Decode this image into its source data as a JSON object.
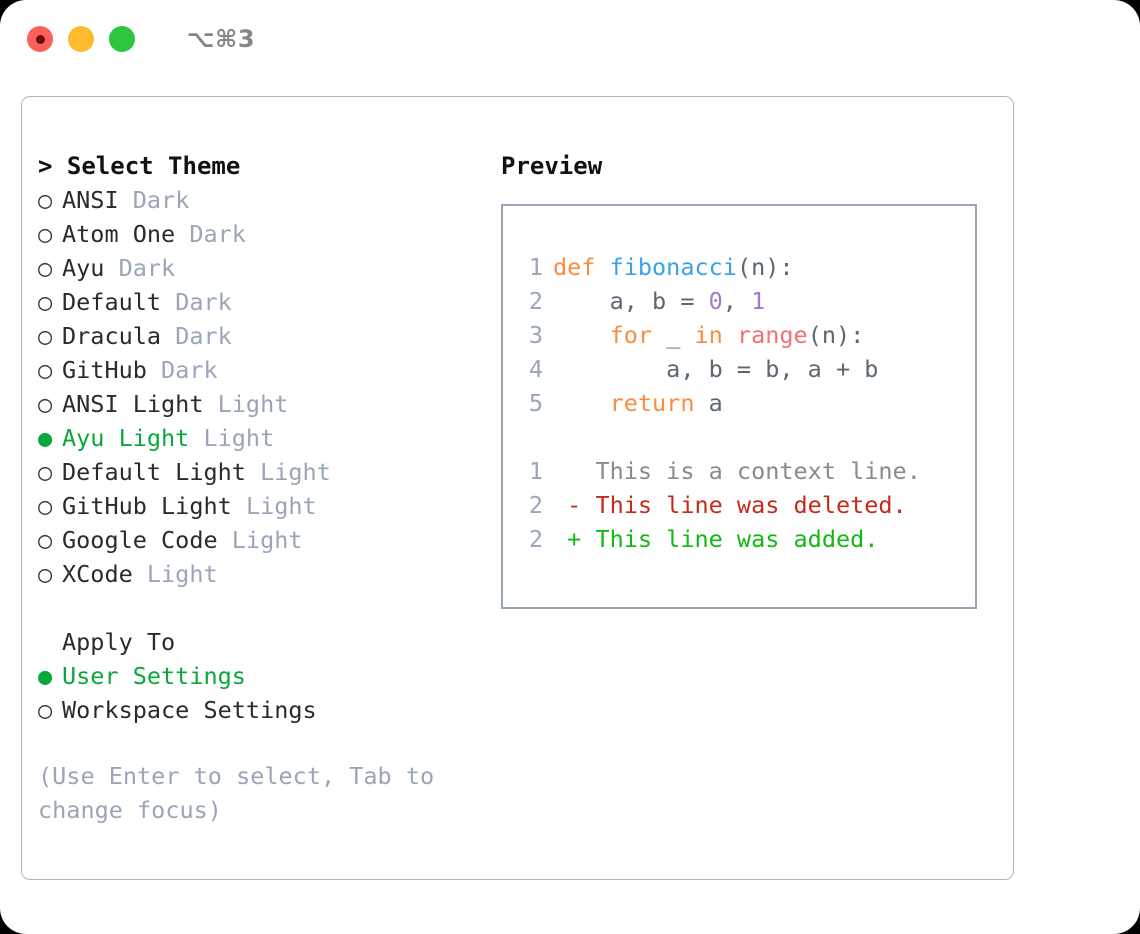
{
  "titlebar": {
    "shortcut": "⌥⌘3",
    "buttons": [
      {
        "name": "close",
        "color": "#fa6158"
      },
      {
        "name": "minimize",
        "color": "#fcbc2e"
      },
      {
        "name": "zoom",
        "color": "#2cc63f"
      }
    ]
  },
  "colors": {
    "selected_green": "#0aa83c",
    "muted_gray": "#9aa5b8",
    "border": "#aeb6c4",
    "preview_border": "#9aa5b8",
    "keyword": "#fa8d3e",
    "function": "#3aa2e8",
    "number": "#a37acc",
    "builtin": "#f07171",
    "diff_delete": "#c42b1c",
    "diff_add": "#14b814"
  },
  "theme_selector": {
    "header_prefix": "> ",
    "header": "Select Theme",
    "marker_selected": "●",
    "marker_unselected": "○",
    "items": [
      {
        "name": "ANSI",
        "tag": "Dark",
        "selected": false
      },
      {
        "name": "Atom One",
        "tag": "Dark",
        "selected": false
      },
      {
        "name": "Ayu",
        "tag": "Dark",
        "selected": false
      },
      {
        "name": "Default",
        "tag": "Dark",
        "selected": false
      },
      {
        "name": "Dracula",
        "tag": "Dark",
        "selected": false
      },
      {
        "name": "GitHub",
        "tag": "Dark",
        "selected": false
      },
      {
        "name": "ANSI Light",
        "tag": "Light",
        "selected": false
      },
      {
        "name": "Ayu Light",
        "tag": "Light",
        "selected": true
      },
      {
        "name": "Default Light",
        "tag": "Light",
        "selected": false
      },
      {
        "name": "GitHub Light",
        "tag": "Light",
        "selected": false
      },
      {
        "name": "Google Code",
        "tag": "Light",
        "selected": false
      },
      {
        "name": "XCode",
        "tag": "Light",
        "selected": false
      }
    ]
  },
  "apply_to": {
    "header": "Apply To",
    "items": [
      {
        "name": "User Settings",
        "selected": true
      },
      {
        "name": "Workspace Settings",
        "selected": false
      }
    ]
  },
  "hint": {
    "line1": "(Use Enter to select, Tab to",
    "line2": "change focus)"
  },
  "preview": {
    "title": "Preview",
    "code_lines": [
      {
        "lineno": "1",
        "tokens": [
          {
            "text": "def ",
            "type": "kw"
          },
          {
            "text": "fibonacci",
            "type": "fn"
          },
          {
            "text": "(n):",
            "type": "punc"
          }
        ]
      },
      {
        "lineno": "2",
        "tokens": [
          {
            "text": "    a, b = ",
            "type": "plain"
          },
          {
            "text": "0",
            "type": "num"
          },
          {
            "text": ", ",
            "type": "plain"
          },
          {
            "text": "1",
            "type": "num"
          }
        ]
      },
      {
        "lineno": "3",
        "tokens": [
          {
            "text": "    ",
            "type": "plain"
          },
          {
            "text": "for",
            "type": "kw"
          },
          {
            "text": " _ ",
            "type": "plain"
          },
          {
            "text": "in",
            "type": "kw"
          },
          {
            "text": " ",
            "type": "plain"
          },
          {
            "text": "range",
            "type": "call"
          },
          {
            "text": "(n):",
            "type": "punc"
          }
        ]
      },
      {
        "lineno": "4",
        "tokens": [
          {
            "text": "        a, b = b, a + b",
            "type": "plain"
          }
        ]
      },
      {
        "lineno": "5",
        "tokens": [
          {
            "text": "    ",
            "type": "plain"
          },
          {
            "text": "return",
            "type": "kw"
          },
          {
            "text": " a",
            "type": "plain"
          }
        ]
      }
    ],
    "diff_lines": [
      {
        "lineno": "1",
        "sign": " ",
        "text": " This is a context line.",
        "type": "ctx"
      },
      {
        "lineno": "2",
        "sign": "-",
        "text": " This line was deleted.",
        "type": "del"
      },
      {
        "lineno": "2",
        "sign": "+",
        "text": " This line was added.",
        "type": "add"
      }
    ]
  }
}
